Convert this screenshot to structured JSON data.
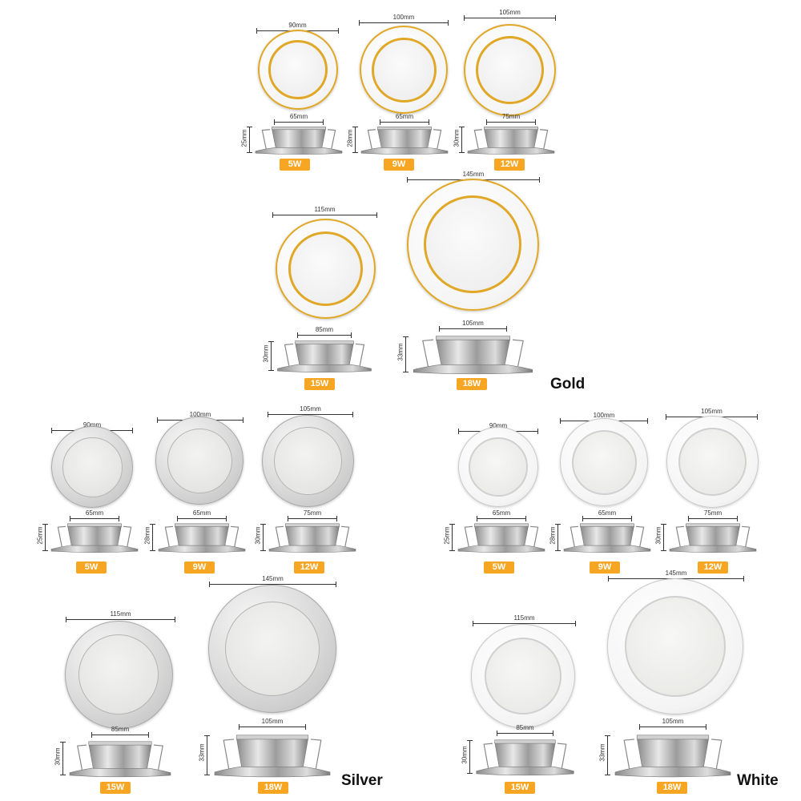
{
  "groups": {
    "gold": {
      "label": "Gold",
      "ring_color": "#e0a826",
      "units": [
        {
          "width": "90mm",
          "cut": "65mm",
          "depth": "25mm",
          "power": "5W"
        },
        {
          "width": "100mm",
          "cut": "65mm",
          "depth": "28mm",
          "power": "9W"
        },
        {
          "width": "105mm",
          "cut": "75mm",
          "depth": "30mm",
          "power": "12W"
        },
        {
          "width": "115mm",
          "cut": "85mm",
          "depth": "30mm",
          "power": "15W"
        },
        {
          "width": "145mm",
          "cut": "105mm",
          "depth": "33mm",
          "power": "18W"
        }
      ]
    },
    "silver": {
      "label": "Silver",
      "ring_color": "#c8c8c8",
      "units": [
        {
          "width": "90mm",
          "cut": "65mm",
          "depth": "25mm",
          "power": "5W"
        },
        {
          "width": "100mm",
          "cut": "65mm",
          "depth": "28mm",
          "power": "9W"
        },
        {
          "width": "105mm",
          "cut": "75mm",
          "depth": "30mm",
          "power": "12W"
        },
        {
          "width": "115mm",
          "cut": "85mm",
          "depth": "30mm",
          "power": "15W"
        },
        {
          "width": "145mm",
          "cut": "105mm",
          "depth": "33mm",
          "power": "18W"
        }
      ]
    },
    "white": {
      "label": "White",
      "ring_color": "#f4f4f4",
      "units": [
        {
          "width": "90mm",
          "cut": "65mm",
          "depth": "25mm",
          "power": "5W"
        },
        {
          "width": "100mm",
          "cut": "65mm",
          "depth": "28mm",
          "power": "9W"
        },
        {
          "width": "105mm",
          "cut": "75mm",
          "depth": "30mm",
          "power": "12W"
        },
        {
          "width": "115mm",
          "cut": "85mm",
          "depth": "30mm",
          "power": "15W"
        },
        {
          "width": "145mm",
          "cut": "105mm",
          "depth": "33mm",
          "power": "18W"
        }
      ]
    }
  },
  "badge_color": "#f6a623"
}
